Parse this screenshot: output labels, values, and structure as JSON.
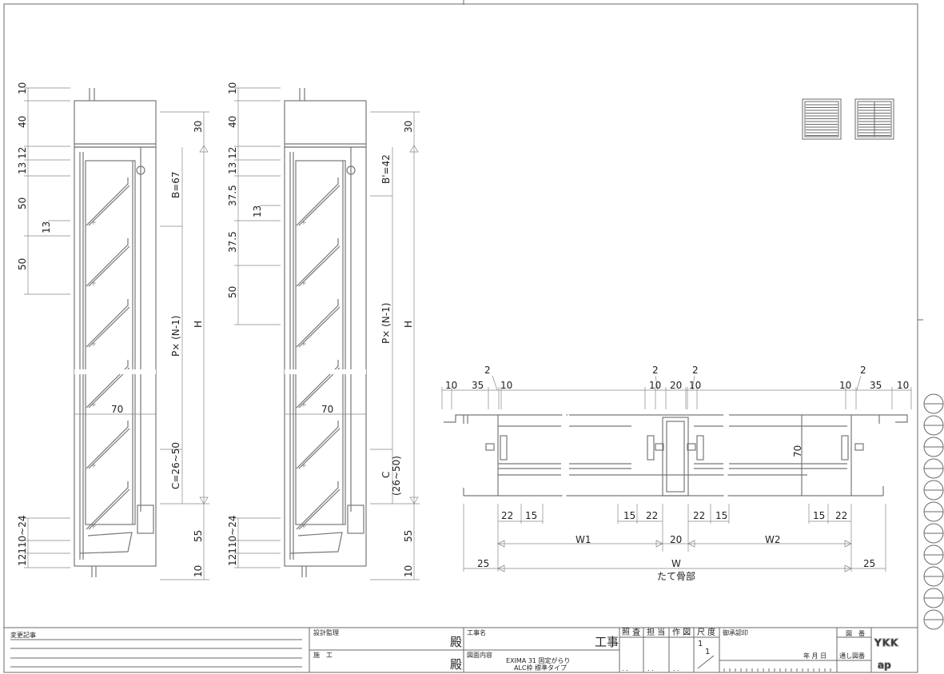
{
  "drawing1": {
    "left_dims": [
      "10",
      "40",
      "13 12",
      "50",
      "13",
      "50",
      "12110~24"
    ],
    "right_dims": [
      "30",
      "B=67",
      "P× (N-1)",
      "H",
      "C=26~50",
      "55",
      "10"
    ],
    "center_dim": "70"
  },
  "drawing2": {
    "left_dims": [
      "10",
      "40",
      "13 12",
      "37.5",
      "13",
      "37.5",
      "50",
      "12110~24"
    ],
    "right_dims": [
      "30",
      "B'=42",
      "P× (N-1)",
      "H",
      "C",
      "(26~50)",
      "55",
      "10"
    ],
    "center_dim": "70"
  },
  "section": {
    "top_dims": [
      "10",
      "35",
      "2",
      "10",
      "2",
      "10",
      "20",
      "2",
      "10",
      "2",
      "10",
      "35",
      "10"
    ],
    "bottom_dims": [
      "22",
      "15",
      "15",
      "22",
      "22",
      "15",
      "15",
      "22"
    ],
    "height_dim": "70",
    "w1": "W1",
    "gap": "20",
    "w2": "W2",
    "side_left": "25",
    "w": "W",
    "side_right": "25",
    "caption": "たて骨部"
  },
  "title_block": {
    "revision_label": "変更記事",
    "design_supervision": "設計監理",
    "construction": "施　工",
    "honorific_1": "殿",
    "honorific_2": "殿",
    "project_name_label": "工事名",
    "project_suffix": "工事",
    "drawing_content_label": "図面内容",
    "content_line1": "EXIMA 31 固定がらり",
    "content_line2": "ALC枠 標準タイプ",
    "check_label": "照 査",
    "charge_label": "担 当",
    "draw_label": "作 図",
    "scale_label": "尺 度",
    "scale_num": "1",
    "scale_den": "1",
    "approval_label": "御承認印",
    "date_label": "年  月  日",
    "drawing_no_label": "図　番",
    "serial_no_label": "通し図番",
    "dots": ". .",
    "logo": "YKK ap"
  }
}
